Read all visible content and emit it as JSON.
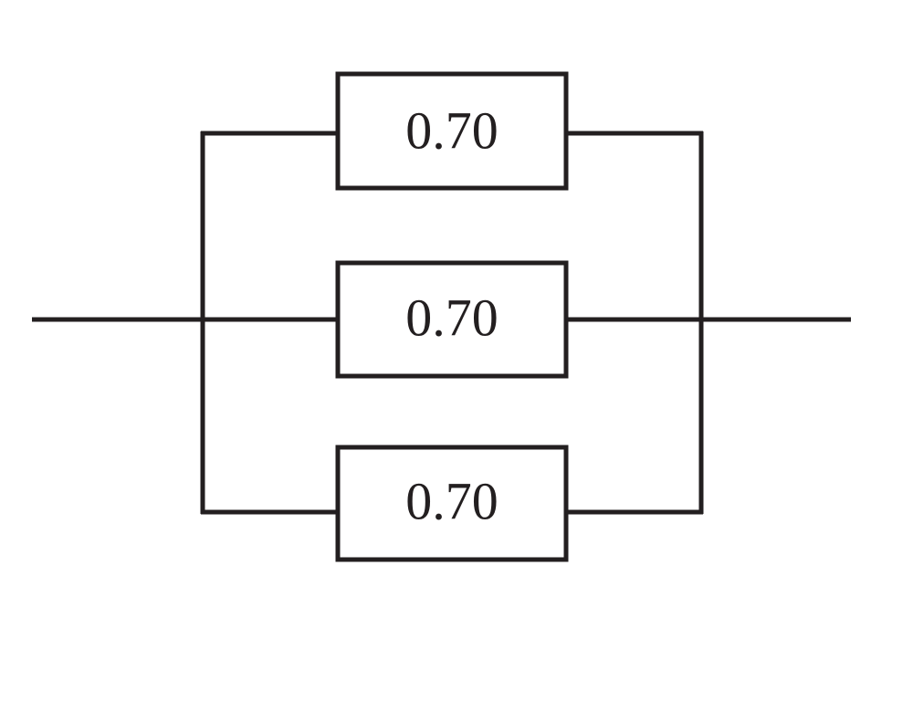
{
  "diagram": {
    "type": "parallel reliability block diagram",
    "line_color": "#231f20",
    "background_color": "#ffffff",
    "components": [
      {
        "label": "0.70"
      },
      {
        "label": "0.70"
      },
      {
        "label": "0.70"
      }
    ]
  }
}
